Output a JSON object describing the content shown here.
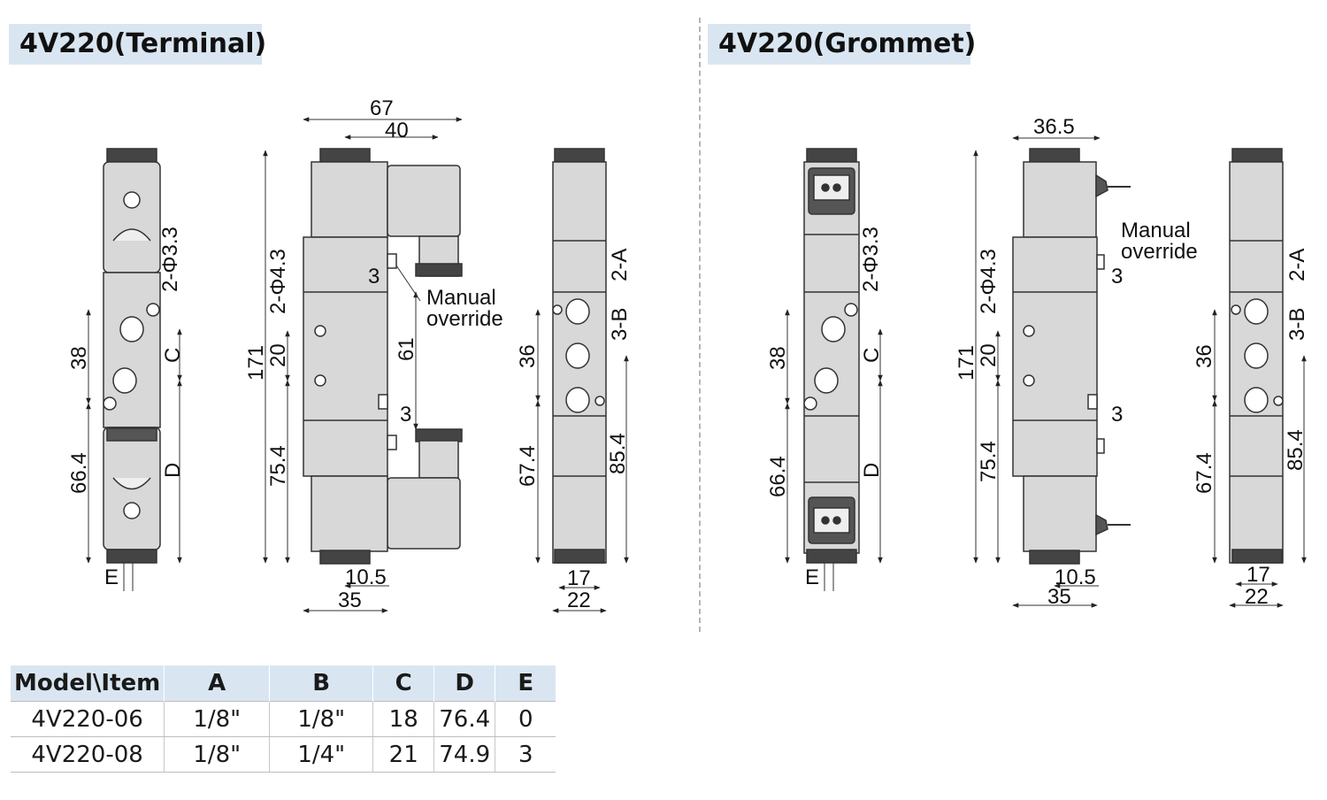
{
  "headers": {
    "left": "4V220(Terminal)",
    "right": "4V220(Grommet)"
  },
  "terminal": {
    "side": {
      "top": "2-Φ3.3",
      "c": "C",
      "d": "D",
      "e": "E",
      "d38": "38",
      "d66": "66.4"
    },
    "front": {
      "w67": "67",
      "w40": "40",
      "h171": "171",
      "holes": "2-Φ4.3",
      "d20": "20",
      "d75": "75.4",
      "d3a": "3",
      "d3b": "3",
      "d61": "61",
      "manual1": "Manual",
      "manual2": "override",
      "d105": "10.5",
      "d35": "35"
    },
    "right": {
      "a": "2-A",
      "b": "3-B",
      "d36": "36",
      "d67": "67.4",
      "d85": "85.4",
      "d17": "17",
      "d22": "22"
    }
  },
  "grommet": {
    "side": {
      "top": "2-Φ3.3",
      "c": "C",
      "d": "D",
      "e": "E",
      "d38": "38",
      "d66": "66.4"
    },
    "front": {
      "w365": "36.5",
      "h171": "171",
      "holes": "2-Φ4.3",
      "d20": "20",
      "d75": "75.4",
      "d3a": "3",
      "d3b": "3",
      "manual1": "Manual",
      "manual2": "override",
      "d105": "10.5",
      "d35": "35"
    },
    "right": {
      "a": "2-A",
      "b": "3-B",
      "d36": "36",
      "d67": "67.4",
      "d85": "85.4",
      "d17": "17",
      "d22": "22"
    }
  },
  "table": {
    "headers": [
      "Model\\Item",
      "A",
      "B",
      "C",
      "D",
      "E"
    ],
    "rows": [
      [
        "4V220-06",
        "1/8\"",
        "1/8\"",
        "18",
        "76.4",
        "0"
      ],
      [
        "4V220-08",
        "1/8\"",
        "1/4\"",
        "21",
        "74.9",
        "3"
      ]
    ]
  }
}
